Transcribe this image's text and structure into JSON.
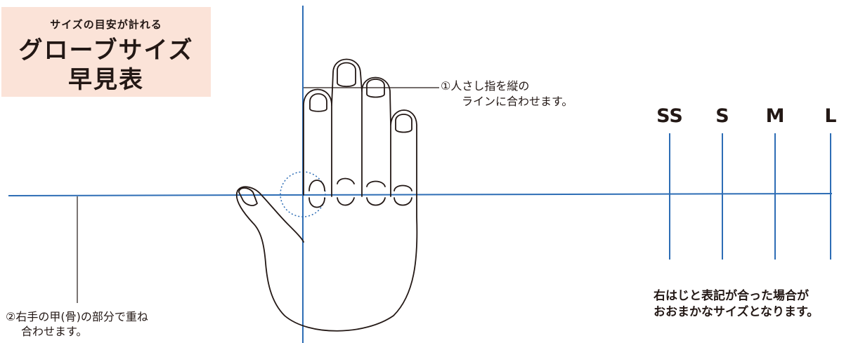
{
  "title": {
    "subtitle": "サイズの目安が計れる",
    "line1": "グローブサイズ",
    "line2": "早見表"
  },
  "step1": {
    "line1": "①人さし指を縦の",
    "line2": "ラインに合わせます。"
  },
  "step2": {
    "line1": "②右手の甲(骨)の部分で重ね",
    "line2": "合わせます。"
  },
  "note": {
    "line1": "右はじと表記が合った場合が",
    "line2": "おおまかなサイズとなります。"
  },
  "sizes": [
    {
      "label": "SS"
    },
    {
      "label": "S"
    },
    {
      "label": "M"
    },
    {
      "label": "L"
    }
  ],
  "colors": {
    "guide_line": "#2d6db5",
    "outline": "#231815",
    "title_bg": "#fbe3d8"
  }
}
